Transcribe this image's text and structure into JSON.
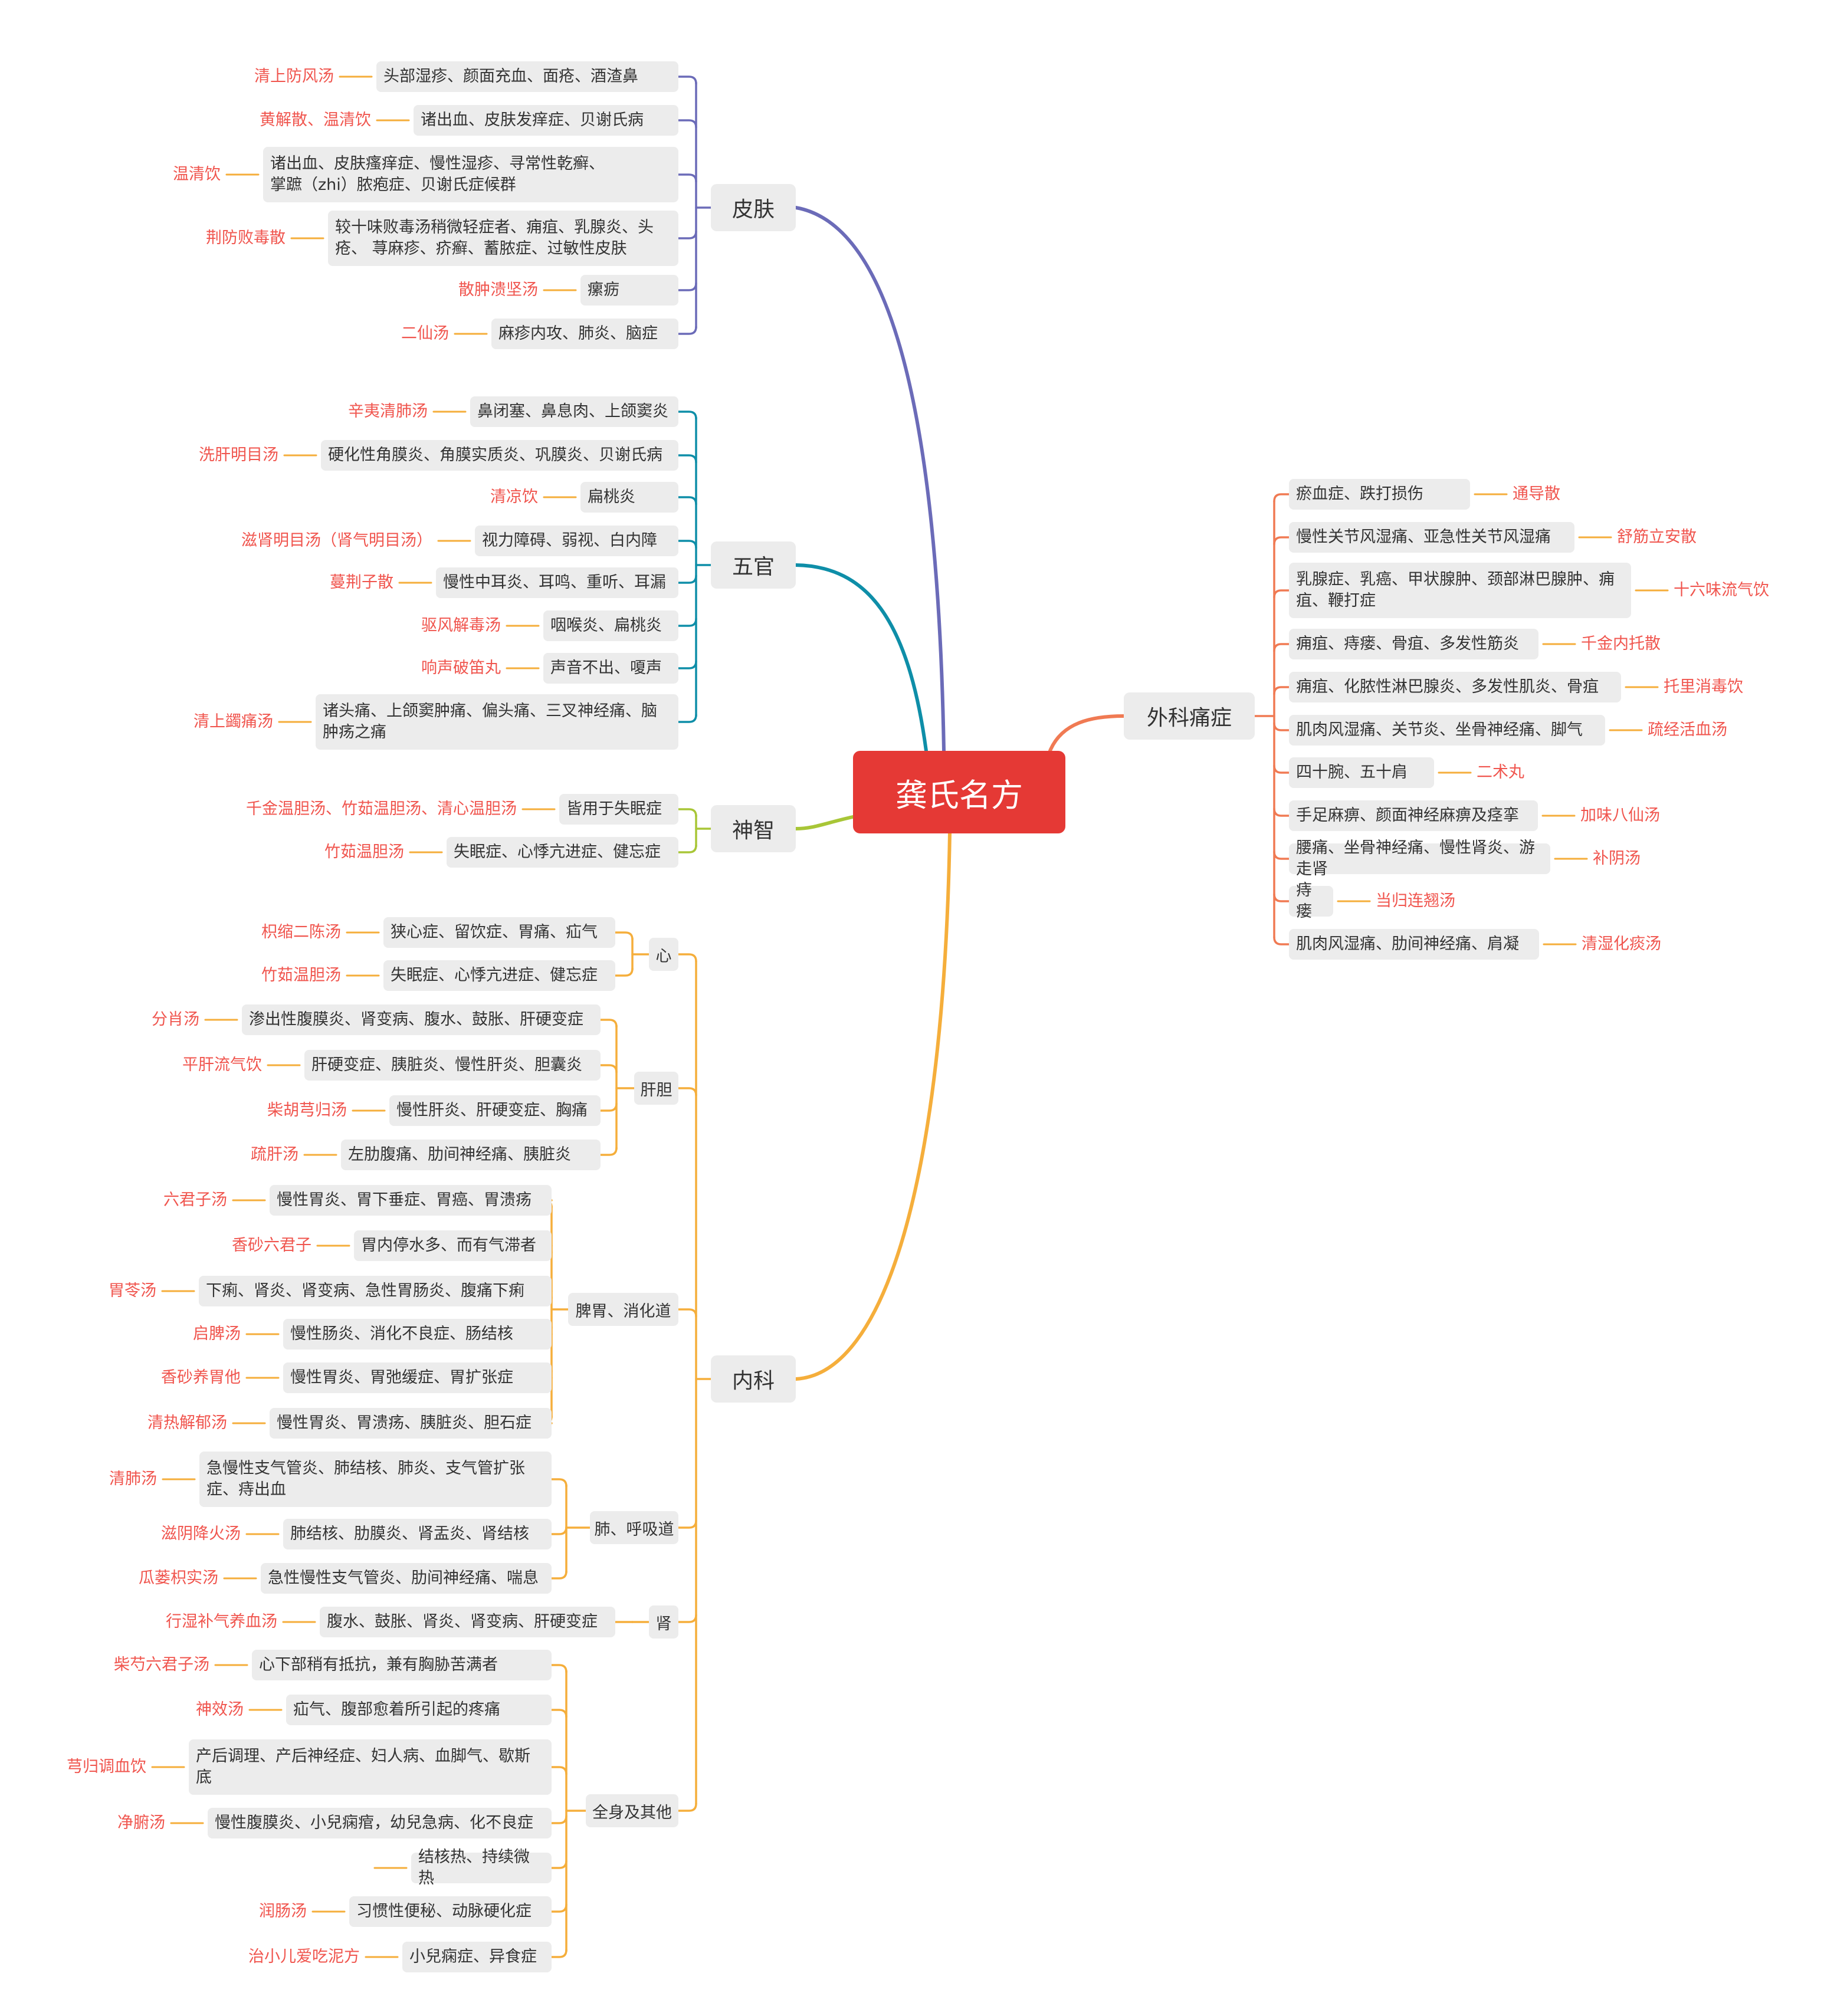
{
  "root": "龚氏名方",
  "branches": [
    {
      "name": "皮肤",
      "color": "#6b6bb8",
      "items": [
        {
          "text": "头部湿疹、颜面充血、面疮、酒渣鼻",
          "rx": "清上防风汤"
        },
        {
          "text": "诸出血、皮肤发痒症、贝谢氏病",
          "rx": "黄解散、温清饮"
        },
        {
          "text": "诸出血、皮肤瘙痒症、慢性湿疹、寻常性乾癣、\n掌蹠（zhi）脓疱症、贝谢氏症候群",
          "rx": "温清饮"
        },
        {
          "text": "较十味败毒汤稍微轻症者、痈疽、乳腺炎、头\n疮、 荨麻疹、疥癣、蓄脓症、过敏性皮肤",
          "rx": "荆防败毒散"
        },
        {
          "text": "瘰疬",
          "rx": "散肿溃坚汤"
        },
        {
          "text": "麻疹内攻、肺炎、脑症",
          "rx": "二仙汤"
        }
      ]
    },
    {
      "name": "五官",
      "color": "#0e8ea8",
      "items": [
        {
          "text": "鼻闭塞、鼻息肉、上颌窦炎",
          "rx": "辛夷清肺汤"
        },
        {
          "text": "硬化性角膜炎、角膜实质炎、巩膜炎、贝谢氏病",
          "rx": "洗肝明目汤"
        },
        {
          "text": "扁桃炎",
          "rx": "清凉饮"
        },
        {
          "text": "视力障碍、弱视、白内障",
          "rx": "滋肾明目汤（肾气明目汤）"
        },
        {
          "text": "慢性中耳炎、耳鸣、重听、耳漏",
          "rx": "蔓荆子散"
        },
        {
          "text": "咽喉炎、扁桃炎",
          "rx": "驱风解毒汤"
        },
        {
          "text": "声音不出、嗄声",
          "rx": "响声破笛丸"
        },
        {
          "text": "诸头痛、上颌窦肿痛、偏头痛、三叉神经痛、脑\n肿疡之痛",
          "rx": "清上蠲痛汤"
        }
      ]
    },
    {
      "name": "神智",
      "color": "#a8c637",
      "items": [
        {
          "text": "皆用于失眠症",
          "rx": "千金温胆汤、竹茹温胆汤、清心温胆汤"
        },
        {
          "text": "失眠症、心悸亢进症、健忘症",
          "rx": "竹茹温胆汤"
        }
      ]
    },
    {
      "name": "内科",
      "color": "#f5ae3b",
      "groups": [
        {
          "name": "心",
          "items": [
            {
              "text": "狭心症、留饮症、胃痛、疝气",
              "rx": "枳缩二陈汤"
            },
            {
              "text": "失眠症、心悸亢进症、健忘症",
              "rx": "竹茹温胆汤"
            }
          ]
        },
        {
          "name": "肝胆",
          "items": [
            {
              "text": "渗出性腹膜炎、肾变病、腹水、鼓胀、肝硬变症",
              "rx": "分肖汤"
            },
            {
              "text": "肝硬变症、胰脏炎、慢性肝炎、胆囊炎",
              "rx": "平肝流气饮"
            },
            {
              "text": "慢性肝炎、肝硬变症、胸痛",
              "rx": "柴胡芎归汤"
            },
            {
              "text": "左肋腹痛、肋间神经痛、胰脏炎",
              "rx": "疏肝汤"
            }
          ]
        },
        {
          "name": "脾胃、消化道",
          "items": [
            {
              "text": "慢性胃炎、胃下垂症、胃癌、胃溃疡",
              "rx": "六君子汤"
            },
            {
              "text": "胃内停水多、而有气滞者",
              "rx": "香砂六君子"
            },
            {
              "text": "下痢、肾炎、肾变病、急性胃肠炎、腹痛下痢",
              "rx": "胃苓汤"
            },
            {
              "text": "慢性肠炎、消化不良症、肠结核",
              "rx": "启脾汤"
            },
            {
              "text": "慢性胃炎、胃弛缓症、胃扩张症",
              "rx": "香砂养胃他"
            },
            {
              "text": "慢性胃炎、胃溃疡、胰脏炎、胆石症",
              "rx": "清热解郁汤"
            }
          ]
        },
        {
          "name": "肺、呼吸道",
          "items": [
            {
              "text": "急慢性支气管炎、肺结核、肺炎、支气管扩张\n症、痔出血",
              "rx": "清肺汤"
            },
            {
              "text": "肺结核、肋膜炎、肾盂炎、肾结核",
              "rx": "滋阴降火汤"
            },
            {
              "text": "急性慢性支气管炎、肋间神经痛、喘息",
              "rx": "瓜蒌枳实汤"
            }
          ]
        },
        {
          "name": "肾",
          "items": [
            {
              "text": "腹水、鼓胀、肾炎、肾变病、肝硬变症",
              "rx": "行湿补气养血汤"
            }
          ]
        },
        {
          "name": "全身及其他",
          "items": [
            {
              "text": "心下部稍有抵抗，兼有胸胁苦满者",
              "rx": "柴芍六君子汤"
            },
            {
              "text": "疝气、腹部愈着所引起的疼痛",
              "rx": "神效汤"
            },
            {
              "text": "产后调理、产后神经症、妇人病、血脚气、歇斯\n底",
              "rx": "芎归调血饮"
            },
            {
              "text": "慢性腹膜炎、小兒痫痯，幼兒急病、化不良症",
              "rx": "净腑汤"
            },
            {
              "text": "结核热、持续微热",
              "rx": ""
            },
            {
              "text": "习惯性便秘、动脉硬化症",
              "rx": "润肠汤"
            },
            {
              "text": "小兒痫症、异食症",
              "rx": "治小儿爱吃泥方"
            }
          ]
        }
      ]
    },
    {
      "name": "外科痛症",
      "color": "#f07a53",
      "items": [
        {
          "text": "瘀血症、跌打损伤",
          "rx": "通导散"
        },
        {
          "text": "慢性关节风湿痛、亚急性关节风湿痛",
          "rx": "舒筋立安散"
        },
        {
          "text": "乳腺症、乳癌、甲状腺肿、颈部淋巴腺肿、痈\n疽、鞭打症",
          "rx": "十六味流气饮"
        },
        {
          "text": "痈疽、痔瘘、骨疽、多发性筋炎",
          "rx": "千金内托散"
        },
        {
          "text": "痈疽、化脓性淋巴腺炎、多发性肌炎、骨疽",
          "rx": "托里消毒饮"
        },
        {
          "text": "肌肉风湿痛、关节炎、坐骨神经痛、脚气",
          "rx": "疏经活血汤"
        },
        {
          "text": "四十腕、五十肩",
          "rx": "二术丸"
        },
        {
          "text": "手足麻痹、颜面神经麻痹及痉挛",
          "rx": "加味八仙汤"
        },
        {
          "text": "腰痛、坐骨神经痛、慢性肾炎、游走肾",
          "rx": "补阴汤"
        },
        {
          "text": "痔瘘",
          "rx": "当归连翘汤"
        },
        {
          "text": "肌肉风湿痛、肋间神经痛、肩凝",
          "rx": "清湿化痰汤"
        }
      ]
    }
  ]
}
